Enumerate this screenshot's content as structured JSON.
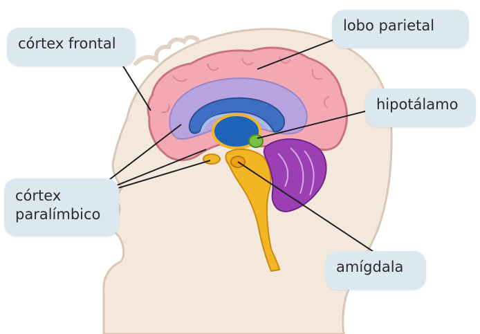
{
  "diagram": {
    "labels": {
      "frontal": "córtex frontal",
      "parietal": "lobo parietal",
      "hipotalamo": "hipotálamo",
      "paralimbico_line1": "córtex",
      "paralimbico_line2": "paralímbico",
      "amigdala": "amígdala"
    }
  },
  "colors": {
    "skin": "#f4e8dd",
    "head_outline": "#d9c6b5",
    "cortex_pink": "#f2a9b4",
    "cortex_outline": "#c9737f",
    "purple_region": "#b7a3e0",
    "corpus_callosum": "#3f6fc4",
    "thalamus_blue": "#1d63b8",
    "brainstem_yellow": "#f2b624",
    "cerebellum_purple": "#9b3fb5",
    "green_hypothalamus": "#7ac043",
    "label_bg": "#dbe8f0",
    "leader_line": "#1e1e1e"
  }
}
